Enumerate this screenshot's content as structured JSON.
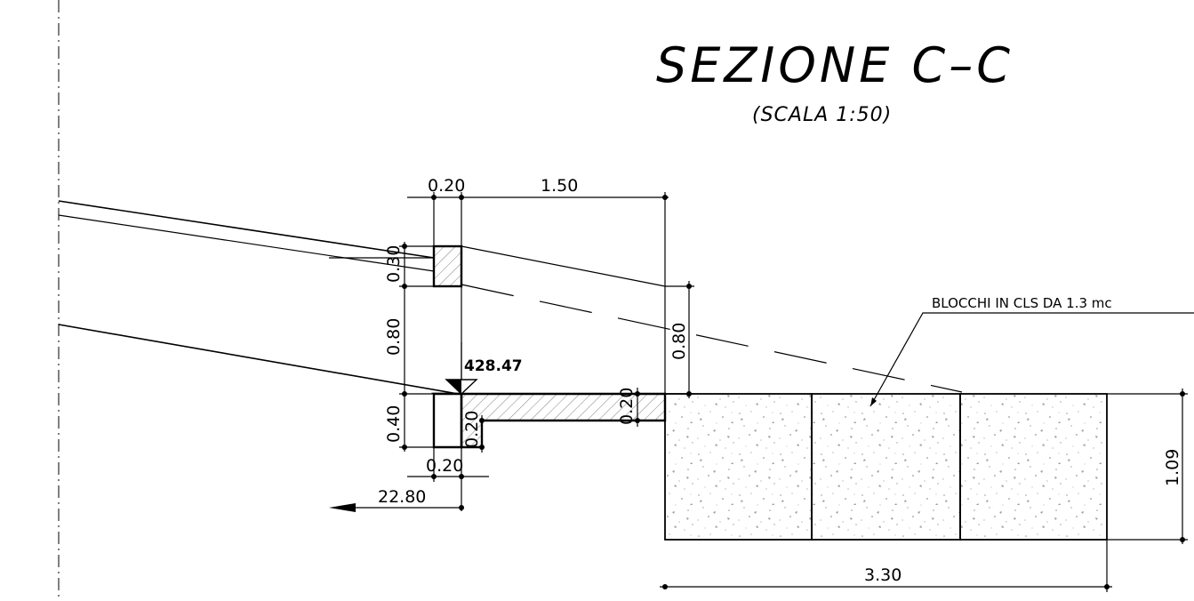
{
  "drawing": {
    "title": "SEZIONE C–C",
    "subtitle": "(SCALA 1:50)",
    "elevation": "428.47",
    "note": "BLOCCHI IN CLS DA 1.3 mc",
    "dims": {
      "top_wall_width": "0.20",
      "top_span": "1.50",
      "wall_cap_height": "0.30",
      "wall_height": "0.80",
      "base_height": "0.40",
      "right_height": "0.80",
      "slab_thickness": "0.20",
      "key_height": "0.20",
      "bottom_width": "0.20",
      "offset": "22.80",
      "blocks_height": "1.09",
      "blocks_width": "3.30"
    },
    "colors": {
      "line": "#000000",
      "hatch": "#808080",
      "concrete_speckle": "#9a9a9a",
      "background": "#ffffff"
    }
  }
}
